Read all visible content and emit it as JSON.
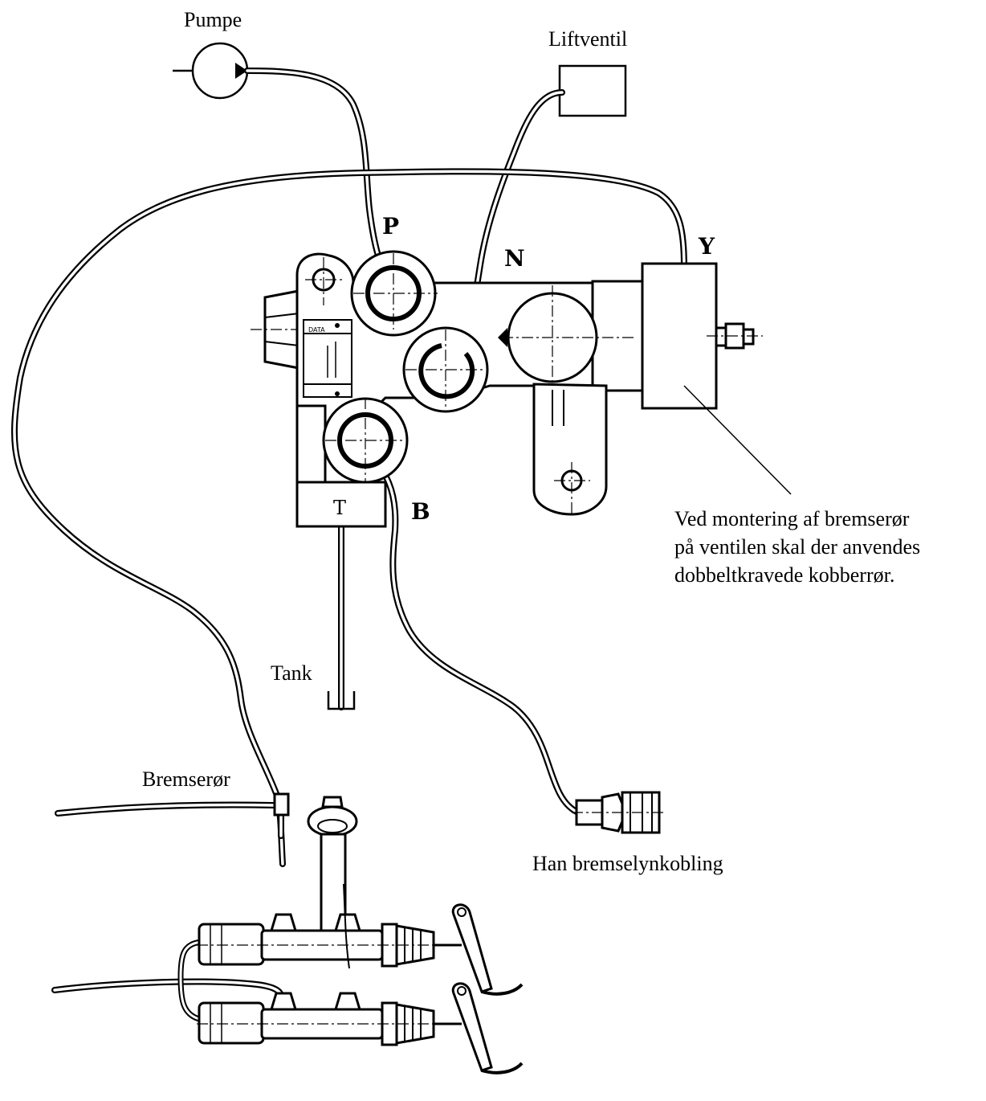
{
  "labels": {
    "pump": "Pumpe",
    "lift_valve": "Liftventil",
    "tank": "Tank",
    "brake_pipe": "Bremserør",
    "male_coupling": "Han bremselynkobling"
  },
  "ports": {
    "p": "P",
    "n": "N",
    "y": "Y",
    "t": "T",
    "b": "B"
  },
  "note": {
    "line1": "Ved montering af bremserør",
    "line2": "på ventilen skal der anvendes",
    "line3": "dobbeltkravede kobberrør."
  },
  "colors": {
    "ink": "#000000",
    "background": "#ffffff"
  }
}
